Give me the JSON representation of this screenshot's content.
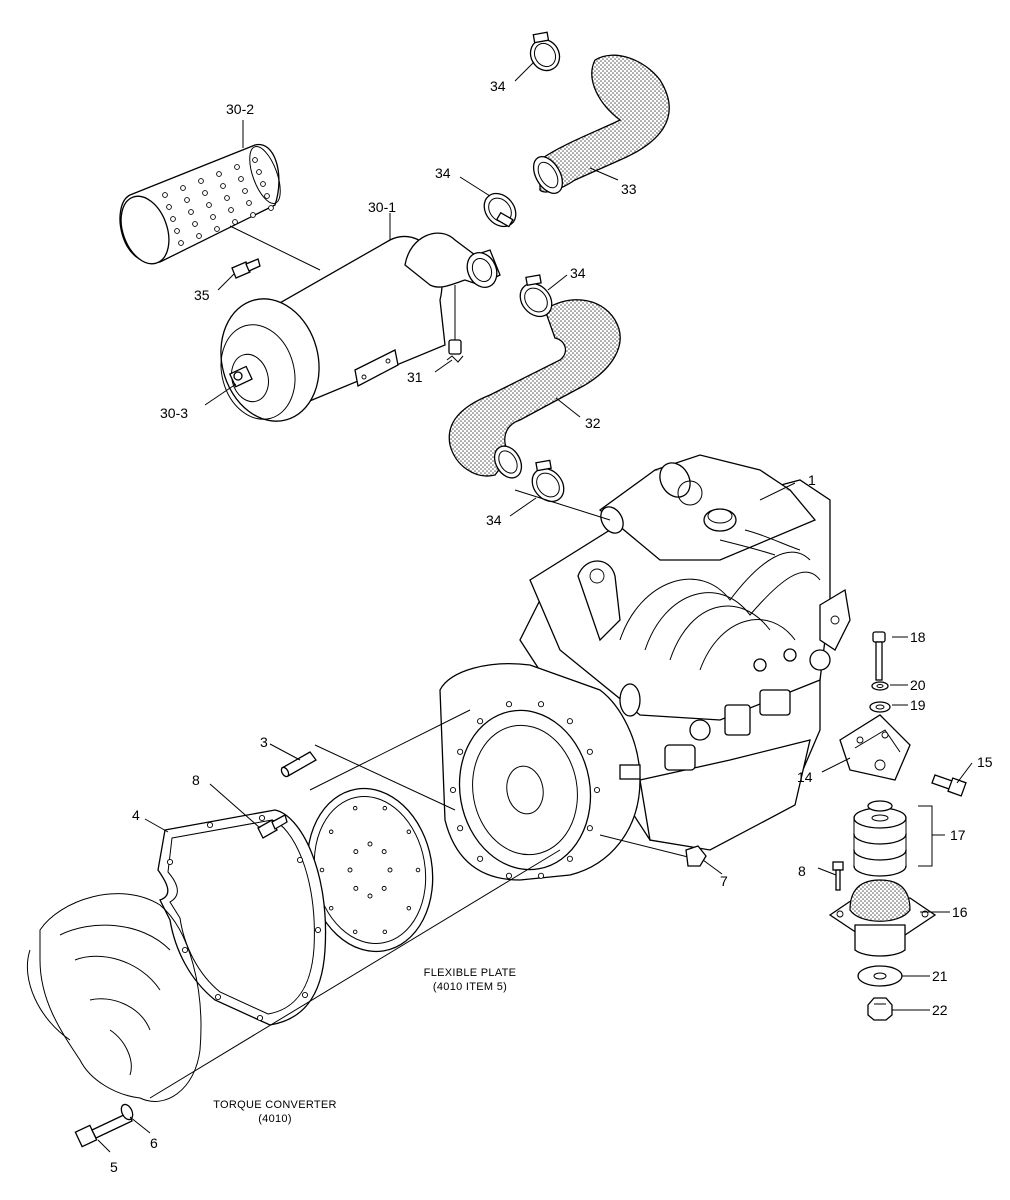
{
  "callouts": {
    "c1": "1",
    "c3": "3",
    "c4": "4",
    "c5": "5",
    "c6": "6",
    "c7": "7",
    "c8a": "8",
    "c8b": "8",
    "c14": "14",
    "c15": "15",
    "c16": "16",
    "c17": "17",
    "c18": "18",
    "c19": "19",
    "c20": "20",
    "c21": "21",
    "c22": "22",
    "c30_1": "30-1",
    "c30_2": "30-2",
    "c30_3": "30-3",
    "c31": "31",
    "c32": "32",
    "c33": "33",
    "c34a": "34",
    "c34b": "34",
    "c34c": "34",
    "c34d": "34",
    "c35": "35"
  },
  "captions": {
    "flexible_plate_line1": "FLEXIBLE PLATE",
    "flexible_plate_line2": "(4010 ITEM 5)",
    "torque_converter_line1": "TORQUE CONVERTER",
    "torque_converter_line2": "(4010)"
  }
}
